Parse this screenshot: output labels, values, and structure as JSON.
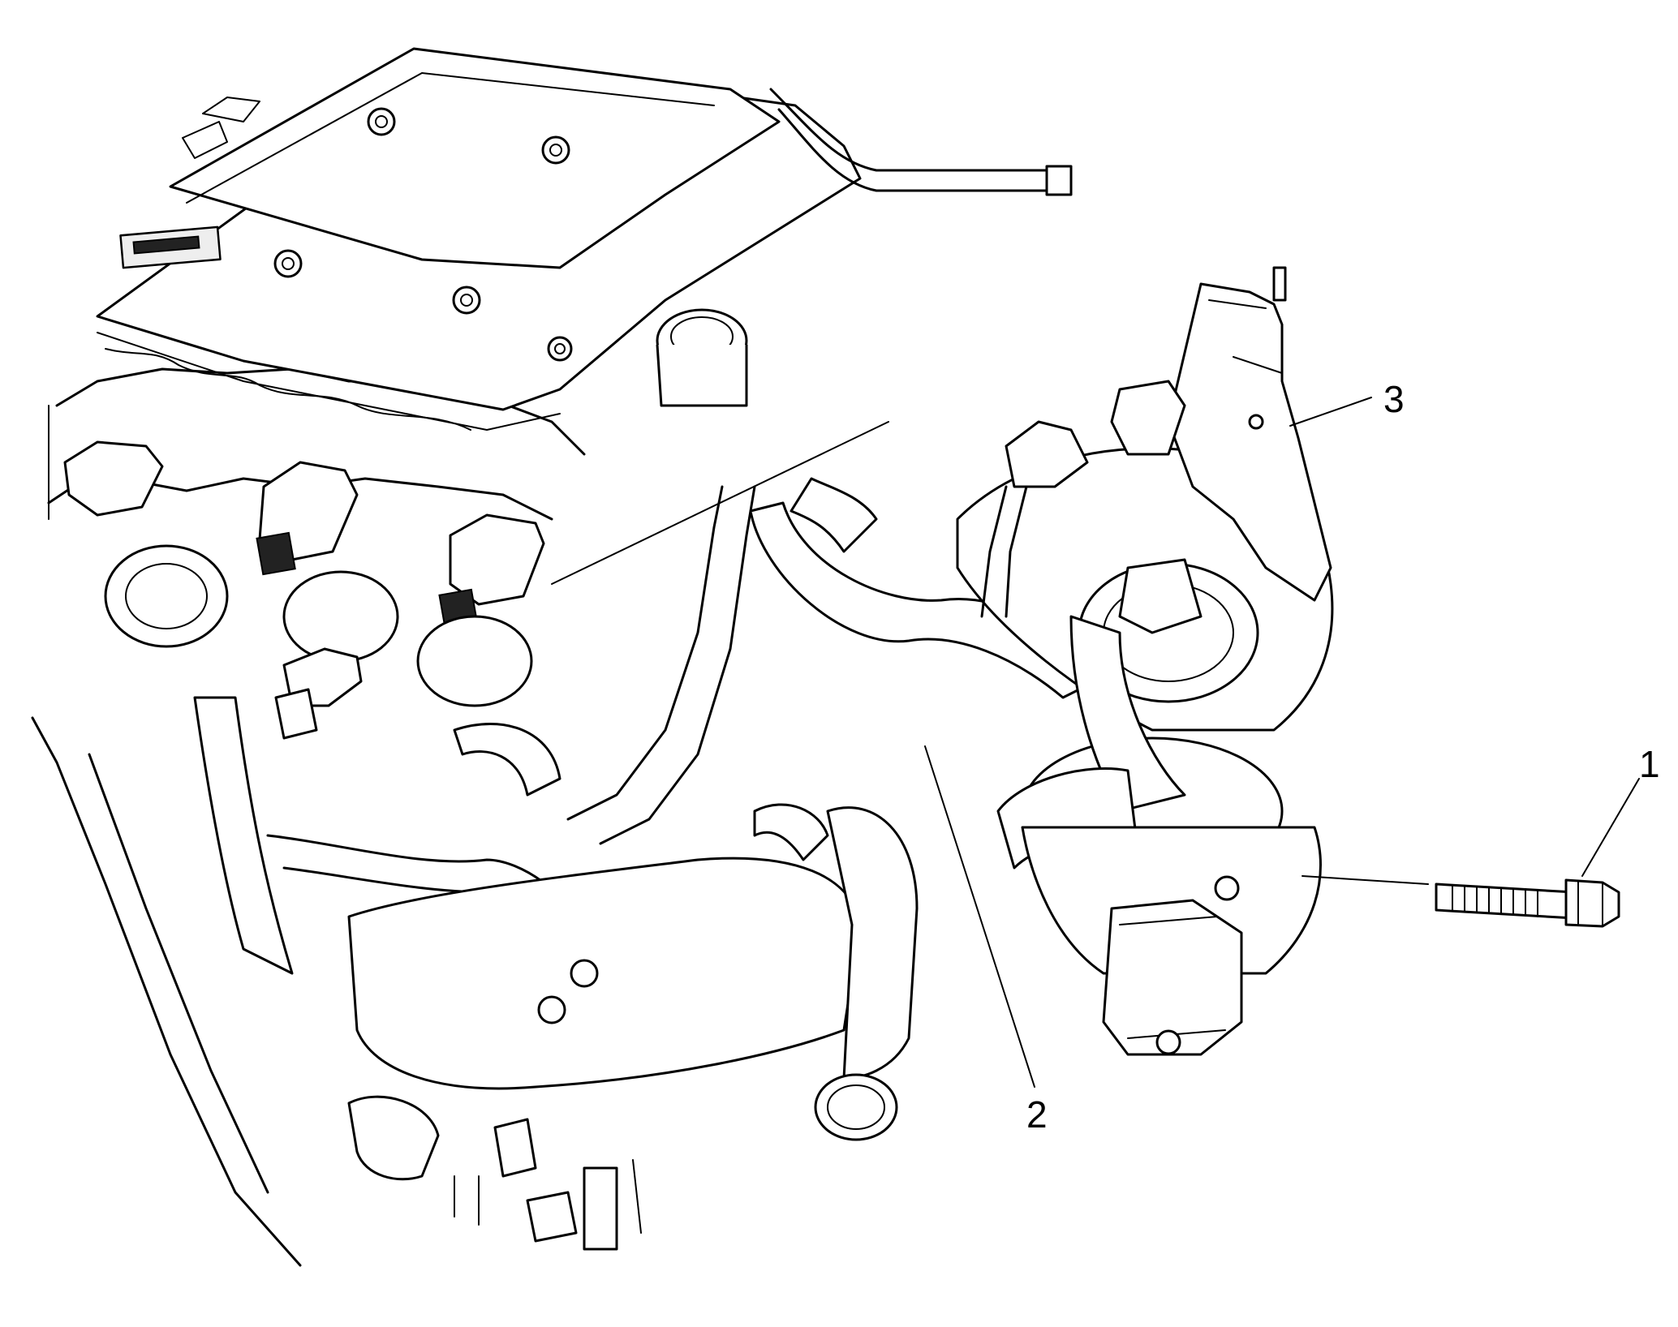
{
  "colors": {
    "line": "#000000",
    "background": "#ffffff"
  },
  "callouts": [
    {
      "id": "1",
      "label": "1"
    },
    {
      "id": "2",
      "label": "2"
    },
    {
      "id": "3",
      "label": "3"
    }
  ]
}
